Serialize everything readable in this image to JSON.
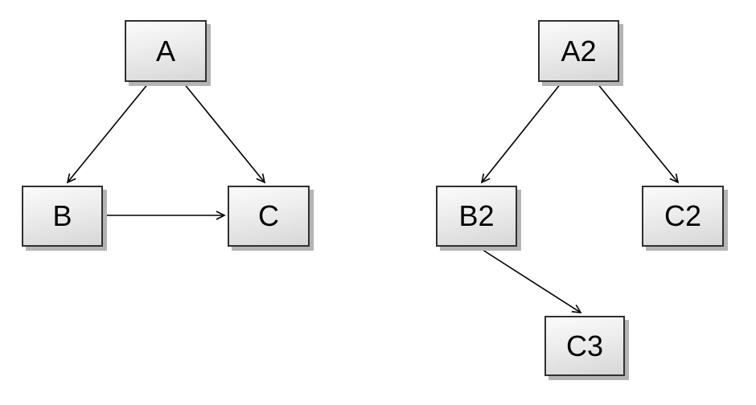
{
  "canvas": {
    "background": "#ffffff"
  },
  "styles": {
    "node_fill_light": "#fbfbfb",
    "node_fill_dark": "#d7d7d7",
    "node_border_color": "#303030",
    "node_shadow_color": "#b4b4b4",
    "edge_color": "#000000",
    "label_color": "#000000"
  },
  "diagrams": [
    {
      "id": "left-graph",
      "nodes": [
        {
          "id": "A",
          "label": "A"
        },
        {
          "id": "B",
          "label": "B"
        },
        {
          "id": "C",
          "label": "C"
        }
      ],
      "edges": [
        {
          "from": "A",
          "to": "B"
        },
        {
          "from": "A",
          "to": "C"
        },
        {
          "from": "B",
          "to": "C"
        }
      ]
    },
    {
      "id": "right-graph",
      "nodes": [
        {
          "id": "A2",
          "label": "A2"
        },
        {
          "id": "B2",
          "label": "B2"
        },
        {
          "id": "C2",
          "label": "C2"
        },
        {
          "id": "C3",
          "label": "C3"
        }
      ],
      "edges": [
        {
          "from": "A2",
          "to": "B2"
        },
        {
          "from": "A2",
          "to": "C2"
        },
        {
          "from": "B2",
          "to": "C3"
        }
      ]
    }
  ]
}
